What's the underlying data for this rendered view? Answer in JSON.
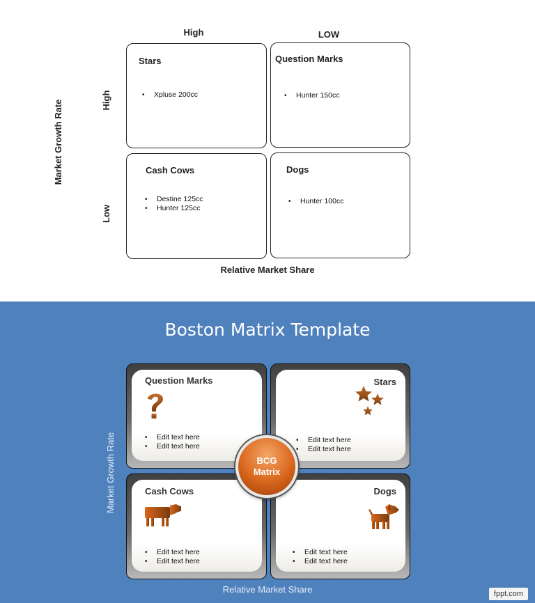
{
  "top_matrix": {
    "column_headers": [
      "High",
      "LOW"
    ],
    "row_headers": [
      "High",
      "Low"
    ],
    "y_axis_label": "Market Growth Rate",
    "x_axis_label": "Relative Market Share",
    "quadrants": {
      "stars": {
        "title": "Stars",
        "items": [
          "Xpluse 200cc"
        ]
      },
      "question_marks": {
        "title": "Question Marks",
        "items": [
          "Hunter 150cc"
        ]
      },
      "cash_cows": {
        "title": "Cash Cows",
        "items": [
          "Destine 125cc",
          "Hunter 125cc"
        ]
      },
      "dogs": {
        "title": "Dogs",
        "items": [
          "Hunter 100cc"
        ]
      }
    }
  },
  "bottom_matrix": {
    "title": "Boston Matrix Template",
    "center_label": [
      "BCG",
      "Matrix"
    ],
    "y_axis_label": "Market Growth Rate",
    "x_axis_label": "Relative Market Share",
    "quadrants": {
      "question_marks": {
        "title": "Question Marks",
        "icon": "question-mark-icon",
        "items": [
          "Edit text here",
          "Edit text here"
        ]
      },
      "stars": {
        "title": "Stars",
        "icon": "stars-icon",
        "items": [
          "Edit text here",
          "Edit text here"
        ]
      },
      "cash_cows": {
        "title": "Cash Cows",
        "icon": "cow-icon",
        "items": [
          "Edit text here",
          "Edit text here"
        ]
      },
      "dogs": {
        "title": "Dogs",
        "icon": "dog-icon",
        "items": [
          "Edit text here",
          "Edit text here"
        ]
      }
    },
    "accent_color": "#d9661c",
    "background_color": "#4f81bd"
  },
  "watermark": "fppt.com"
}
